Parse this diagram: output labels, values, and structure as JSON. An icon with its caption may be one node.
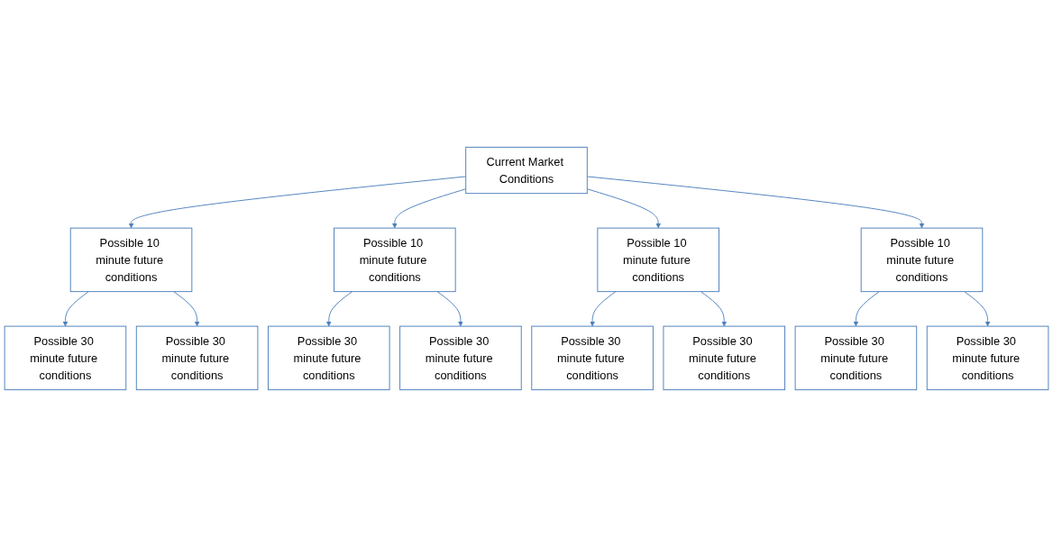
{
  "diagram": {
    "nodes": [
      {
        "text": [
          "Current Market Conditions"
        ]
      },
      {
        "text": [
          "Possible 10 minute future conditions"
        ]
      },
      {
        "text": [
          "Possible 10 minute future conditions"
        ]
      },
      {
        "text": [
          "Possible 10 minute future conditions"
        ]
      },
      {
        "text": [
          "Possible 10 minute future conditions"
        ]
      },
      {
        "text": [
          "Possible 30 minute future conditions"
        ]
      },
      {
        "text": [
          "Possible 30 minute future conditions"
        ]
      },
      {
        "text": [
          "Possible 30 minute future conditions"
        ]
      },
      {
        "text": [
          "Possible 30 minute future conditions"
        ]
      },
      {
        "text": [
          "Possible 30 minute future conditions"
        ]
      },
      {
        "text": [
          "Possible 30 minute future conditions"
        ]
      },
      {
        "text": [
          "Possible 30 minute future conditions"
        ]
      },
      {
        "text": [
          "Possible 30 minute future conditions"
        ]
      }
    ],
    "edges": [
      {
        "from": 0,
        "to": 1,
        "arrow": "to"
      },
      {
        "from": 0,
        "to": 2,
        "arrow": "to"
      },
      {
        "from": 0,
        "to": 3,
        "arrow": "to"
      },
      {
        "from": 0,
        "to": 4,
        "arrow": "to"
      },
      {
        "from": 1,
        "to": 5,
        "arrow": "to"
      },
      {
        "from": 1,
        "to": 6,
        "arrow": "to"
      },
      {
        "from": 2,
        "to": 9,
        "arrow": "to"
      },
      {
        "from": 2,
        "to": 10,
        "arrow": "to"
      },
      {
        "from": 3,
        "to": 7,
        "arrow": "to"
      },
      {
        "from": 3,
        "to": 8,
        "arrow": "to"
      },
      {
        "from": 4,
        "to": 11,
        "arrow": "to"
      },
      {
        "from": 4,
        "to": 12,
        "arrow": "to"
      }
    ]
  }
}
